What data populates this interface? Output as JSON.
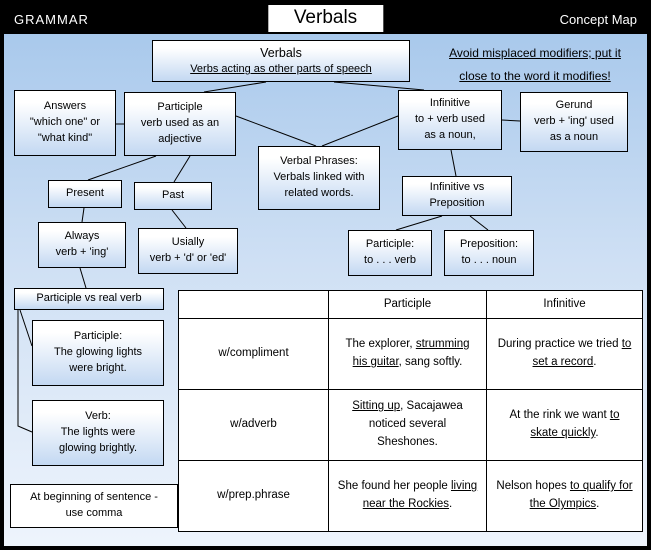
{
  "colors": {
    "header_bg": "#000000",
    "map_top": "#a9c9ec",
    "map_bottom": "#eef4fc",
    "node_top": "#ffffff",
    "node_bottom": "#c3d8f2",
    "border": "#000000"
  },
  "header": {
    "left": "GRAMMAR",
    "title": "Verbals",
    "right": "Concept Map"
  },
  "note": "Avoid misplaced modifiers; put it\nclose to the word it modifies!",
  "nodes": {
    "verbals": {
      "title": "Verbals",
      "subtitle": "Verbs acting as other parts of speech"
    },
    "answers": "Answers\n\"which one\" or\n\"what kind\"",
    "participle": "Participle\nverb used as an\nadjective",
    "infinitive": "Infinitive\nto + verb used\nas a noun,",
    "gerund": "Gerund\nverb + 'ing' used\nas a noun",
    "verbal_phrases": "Verbal Phrases:\nVerbals linked with\nrelated words.",
    "inf_vs_prep": "Infinitive vs\nPreposition",
    "present": "Present",
    "past": "Past",
    "always": "Always\nverb + 'ing'",
    "usially": "Usially\nverb + 'd' or 'ed'",
    "participle_to": "Participle:\nto . . . verb",
    "preposition_to": "Preposition:\nto . . . noun",
    "part_vs_real": "Participle vs real verb",
    "part_example": "Participle:\nThe glowing lights\nwere bright.",
    "verb_example": "Verb:\nThe lights were\nglowing brightly.",
    "comma_note": "At beginning of sentence -\nuse comma"
  },
  "table": {
    "headers": [
      "",
      "Participle",
      "Infinitive"
    ],
    "rows": [
      {
        "label": "w/compliment",
        "participle": [
          {
            "t": "The explorer, ",
            "u": false
          },
          {
            "t": "strumming his guitar",
            "u": true
          },
          {
            "t": ", sang softly.",
            "u": false
          }
        ],
        "infinitive": [
          {
            "t": "During practice we tried ",
            "u": false
          },
          {
            "t": "to set a record",
            "u": true
          },
          {
            "t": ".",
            "u": false
          }
        ]
      },
      {
        "label": "w/adverb",
        "participle": [
          {
            "t": "Sitting up",
            "u": true
          },
          {
            "t": ", Sacajawea noticed several Sheshones.",
            "u": false
          }
        ],
        "infinitive": [
          {
            "t": "At the rink we want ",
            "u": false
          },
          {
            "t": "to skate quickly",
            "u": true
          },
          {
            "t": ".",
            "u": false
          }
        ]
      },
      {
        "label": "w/prep.phrase",
        "participle": [
          {
            "t": "She found her people ",
            "u": false
          },
          {
            "t": "living near the Rockies",
            "u": true
          },
          {
            "t": ".",
            "u": false
          }
        ],
        "infinitive": [
          {
            "t": "Nelson hopes ",
            "u": false
          },
          {
            "t": "to qualify for the Olympics",
            "u": true
          },
          {
            "t": ".",
            "u": false
          }
        ]
      }
    ]
  }
}
